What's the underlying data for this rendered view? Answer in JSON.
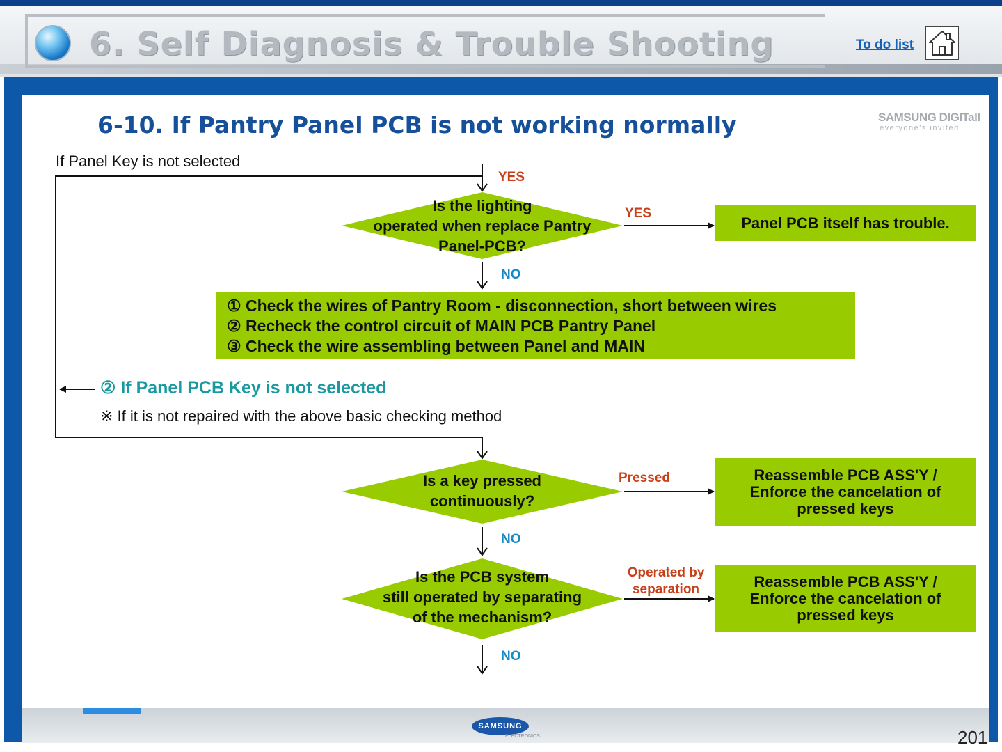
{
  "header": {
    "title": "6. Self Diagnosis & Trouble Shooting",
    "todo_link": "To do list",
    "home_icon": "home-icon"
  },
  "section_title": "6-10. If Pantry Panel PCB is not working normally",
  "brand": {
    "name": "SAMSUNG DIGITall",
    "tagline": "everyone's invited"
  },
  "flow": {
    "start_label": "If Panel Key is not selected",
    "yes_top": "YES",
    "decision1": [
      "Is the lighting",
      "operated when replace Pantry",
      "Panel-PCB?"
    ],
    "d1_yes": "YES",
    "result1": "Panel PCB itself has trouble.",
    "d1_no": "NO",
    "checks": [
      "① Check the wires of Pantry Room - disconnection, short between wires",
      "② Recheck the control circuit of MAIN PCB Pantry Panel",
      "③ Check the wire assembling between Panel and MAIN"
    ],
    "loop_heading": "② If Panel PCB Key is not selected",
    "loop_note": "※ If it is not repaired with the above basic checking method",
    "decision2": [
      "Is a key pressed",
      "continuously?"
    ],
    "d2_yes": "Pressed",
    "result2": [
      "Reassemble PCB ASS'Y /",
      "Enforce the cancelation of",
      "pressed keys"
    ],
    "d2_no": "NO",
    "decision3": [
      "Is the PCB system",
      "still operated by separating",
      "of the mechanism?"
    ],
    "d3_yes": [
      "Operated by",
      "separation"
    ],
    "result3": [
      "Reassemble PCB ASS'Y /",
      "Enforce the cancelation of",
      "pressed keys"
    ],
    "d3_no": "NO"
  },
  "footer": {
    "logo": "SAMSUNG",
    "logo_sub": "ELECTRONICS",
    "page_number": "201"
  },
  "colors": {
    "box_green": "#99cc00",
    "title_blue": "#17509a",
    "label_red": "#c8401a",
    "label_blue": "#1a8ac4",
    "teal": "#1a9aa0",
    "band_blue": "#0d58a8"
  }
}
